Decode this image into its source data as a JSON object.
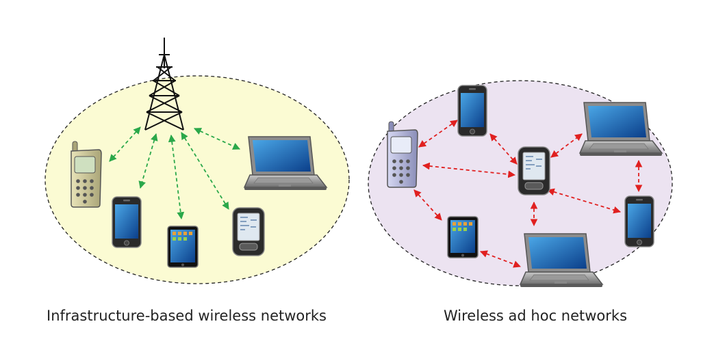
{
  "panels": {
    "infrastructure": {
      "caption": "Infrastructure-based wireless networks",
      "fill_color": "#fbfbd3",
      "link_color": "#2aa84a"
    },
    "adhoc": {
      "caption": "Wireless ad hoc networks",
      "fill_color": "#ece3f1",
      "link_color": "#e02020"
    }
  },
  "devices": [
    "cell-tower",
    "feature-phone",
    "smartphone",
    "tablet",
    "pda",
    "laptop"
  ]
}
